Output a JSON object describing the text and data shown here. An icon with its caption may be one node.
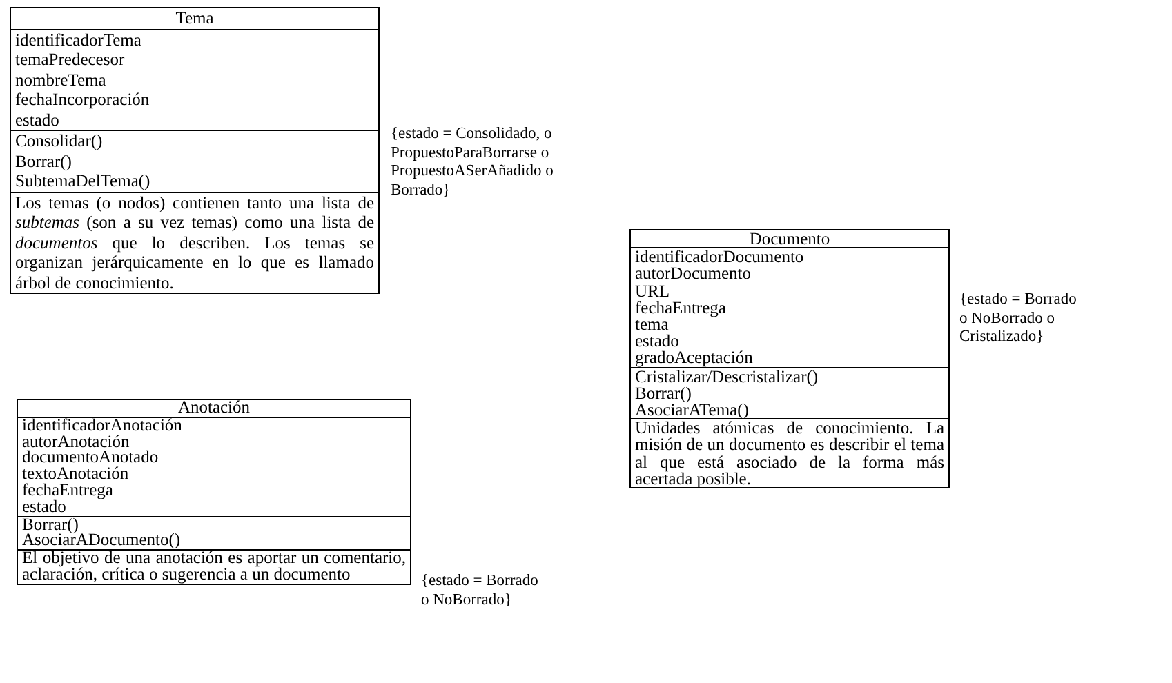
{
  "diagram": {
    "nodes": [
      {
        "text": [
          "Tema"
        ],
        "beside": [
          "{estado = Consolidado, o PropuestoParaBorrarse o PropuestoASerAñadido o Borrado}"
        ]
      },
      {
        "text": [
          "identificadorTema",
          "temaPredecesor",
          "nombreTema",
          "fechaIncorporación",
          "estado"
        ],
        "in": 0
      },
      {
        "text": [
          "Consolidar()",
          "Borrar()",
          "SubtemaDelTema()"
        ],
        "in": 0
      },
      {
        "text": [
          "Los temas (o nodos) contienen tanto una lista de *subtemas* (son a su vez temas) como una lista de *documentos* que lo describen. Los temas se organizan jerárquicamente en lo que es llamado árbol de conocimiento."
        ],
        "in": 0
      },
      {
        "text": [
          "Documento"
        ],
        "beside": [
          "{estado = Borrado o NoBorrado o Cristalizado}"
        ]
      },
      {
        "text": [
          "identificadorDocumento",
          "autorDocumento",
          "URL",
          "fechaEntrega",
          "tema",
          "estado",
          "gradoAceptación"
        ],
        "in": 4
      },
      {
        "text": [
          "Cristalizar/Descristalizar()",
          "Borrar()",
          "AsociarATema()"
        ],
        "in": 4
      },
      {
        "text": [
          "Unidades atómicas de conocimiento. La misión de un documento es describir el tema al que está asociado de la forma más acertada posible."
        ],
        "in": 4
      },
      {
        "text": [
          "Anotación"
        ],
        "beside": [
          "{estado = Borrado o NoBorrado}"
        ]
      },
      {
        "text": [
          "identificadorAnotación",
          "autorAnotación",
          "documentoAnotado",
          "textoAnotación",
          "fechaEntrega",
          "estado"
        ],
        "in": 8
      },
      {
        "text": [
          "Borrar()",
          "AsociarADocumento()"
        ],
        "in": 8
      },
      {
        "text": [
          "El objetivo de una anotación es aportar un comentario, aclaración, crítica o sugerencia a un documento"
        ],
        "in": 8
      }
    ]
  }
}
